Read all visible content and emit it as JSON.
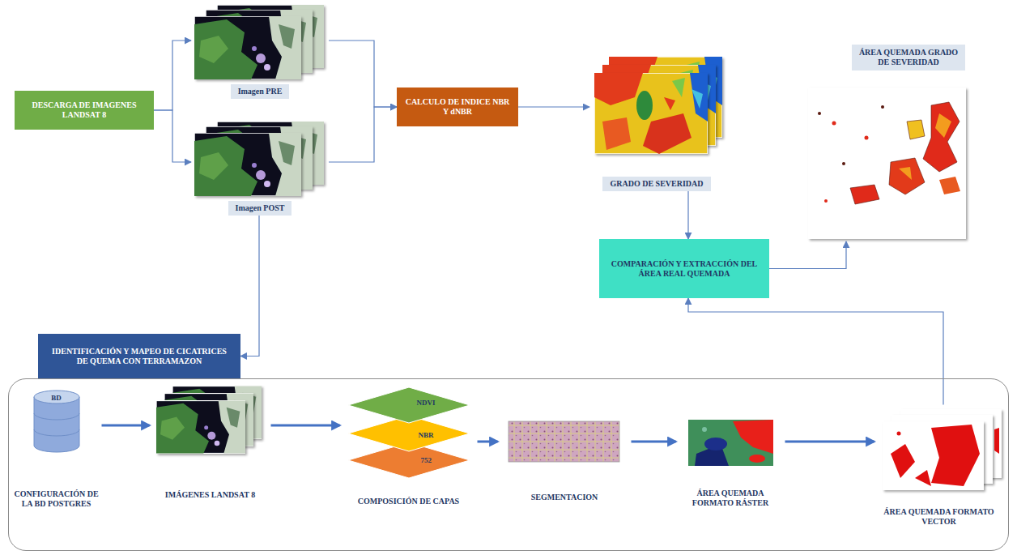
{
  "diagram": {
    "nodes": [
      {
        "text": [
          "DESCARGA DE IMAGENES LANDSAT 8"
        ]
      },
      {
        "text": [
          "Imagen PRE"
        ]
      },
      {
        "text": [
          "Imagen POST"
        ]
      },
      {
        "text": [
          "CALCULO DE INDICE NBR Y dNBR"
        ]
      },
      {
        "text": [
          "GRADO DE SEVERIDAD"
        ]
      },
      {
        "text": [
          "ÁREA QUEMADA GRADO DE SEVERIDAD"
        ]
      },
      {
        "text": [
          "COMPARACIÓN Y EXTRACCIÓN DEL ÁREA REAL QUEMADA"
        ]
      },
      {
        "text": [
          "IDENTIFICACIÓN Y MAPEO DE CICATRICES DE QUEMA CON TERRAMAZON"
        ]
      },
      {
        "text": [
          "BD",
          "CONFIGURACIÓN DE LA BD POSTGRES"
        ],
        "in": 7
      },
      {
        "text": [
          "IMÁGENES LANDSAT 8"
        ],
        "in": 7
      },
      {
        "text": [
          "NDVI",
          "NBR",
          "752",
          "COMPOSICIÓN DE CAPAS"
        ],
        "in": 7
      },
      {
        "text": [
          "SEGMENTACION"
        ],
        "in": 7
      },
      {
        "text": [
          "ÁREA QUEMADA FORMATO RÁSTER"
        ],
        "in": 7
      },
      {
        "text": [
          "ÁREA QUEMADA FORMATO VECTOR"
        ],
        "in": 7
      }
    ],
    "edges": [
      {
        "from": 0,
        "to": 1,
        "arrow": "to"
      },
      {
        "from": 0,
        "to": 2,
        "arrow": "to"
      },
      {
        "from": 1,
        "to": 3,
        "arrow": "to"
      },
      {
        "from": 2,
        "to": 3,
        "arrow": "to"
      },
      {
        "from": 3,
        "to": 4,
        "arrow": "to"
      },
      {
        "from": 4,
        "to": 6,
        "arrow": "to"
      },
      {
        "from": 6,
        "to": 5,
        "arrow": "to"
      },
      {
        "from": 2,
        "to": 7,
        "arrow": "to"
      },
      {
        "from": 8,
        "to": 9,
        "arrow": "to"
      },
      {
        "from": 9,
        "to": 10,
        "arrow": "to"
      },
      {
        "from": 10,
        "to": 11,
        "arrow": "to"
      },
      {
        "from": 11,
        "to": 12,
        "arrow": "to"
      },
      {
        "from": 12,
        "to": 13,
        "arrow": "to"
      },
      {
        "from": 13,
        "to": 6,
        "arrow": "to"
      }
    ]
  }
}
